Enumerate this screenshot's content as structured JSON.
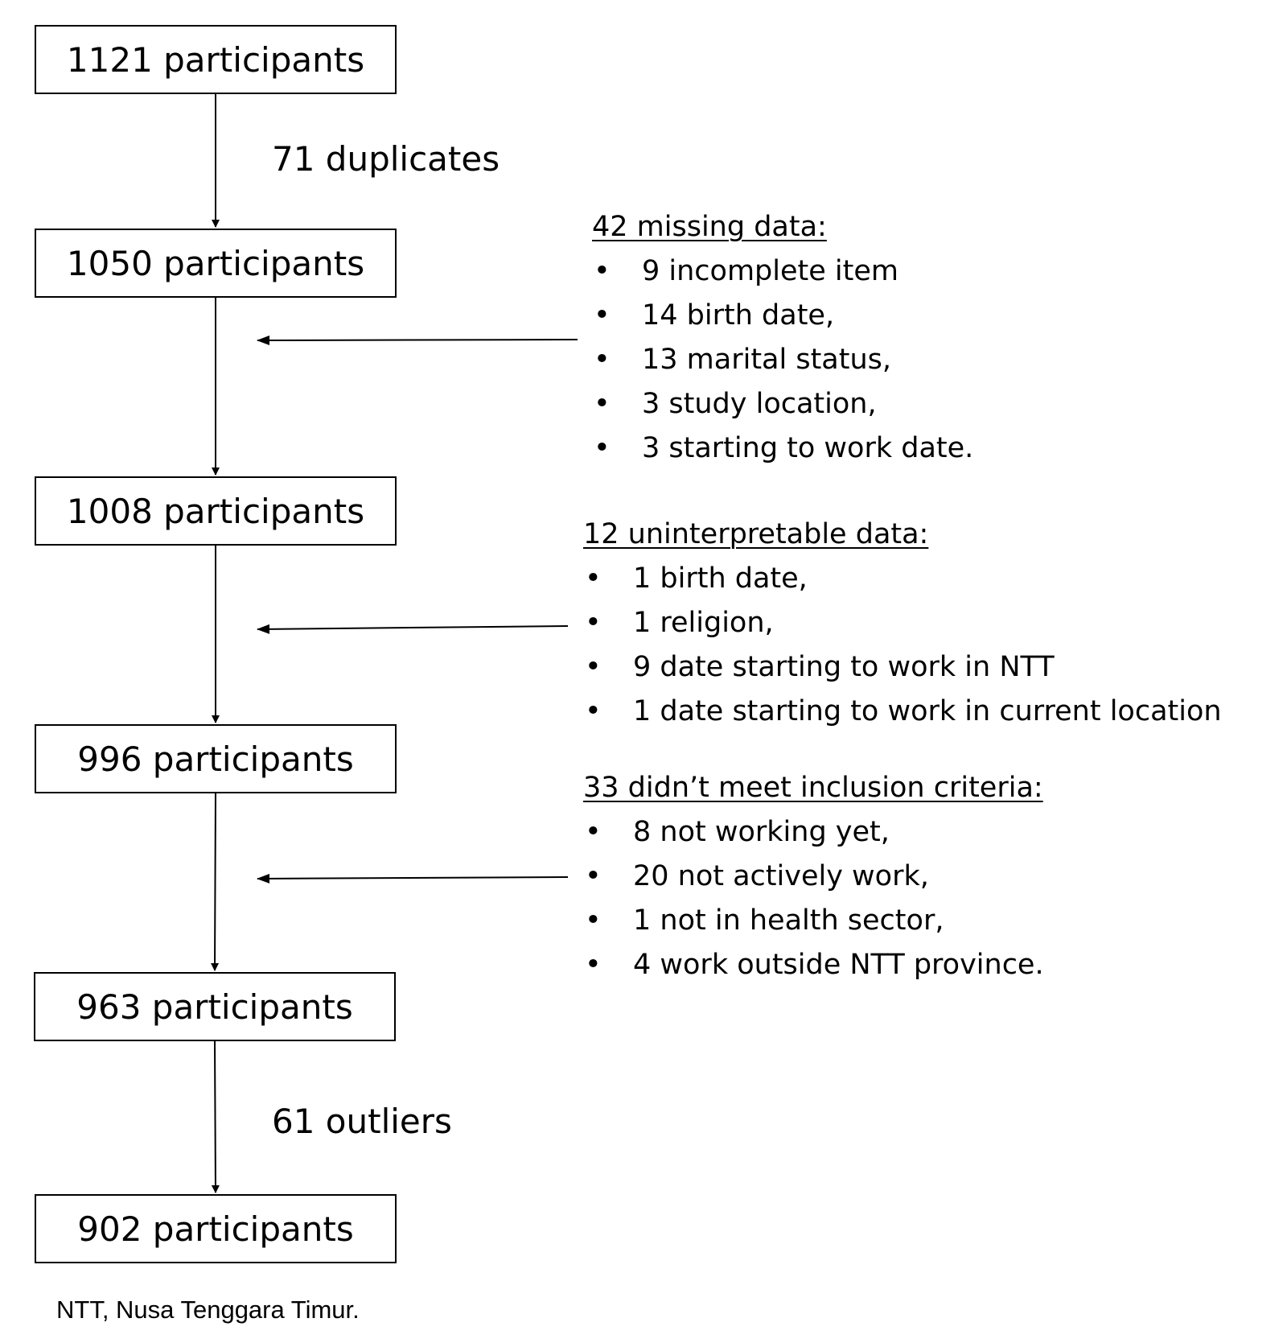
{
  "boxes": [
    {
      "text": "1121 participants"
    },
    {
      "text": "1050 participants"
    },
    {
      "text": "1008 participants"
    },
    {
      "text": "996 participants"
    },
    {
      "text": "963 participants"
    },
    {
      "text": "902 participants"
    }
  ],
  "step_labels": {
    "duplicates": "71 duplicates",
    "outliers": "61 outliers"
  },
  "exclusions": [
    {
      "title": "42 missing data:",
      "items": [
        "9 incomplete item",
        "14 birth date,",
        "13 marital status,",
        "3 study location,",
        "3 starting to work date."
      ]
    },
    {
      "title": "12 uninterpretable data:",
      "items": [
        "1 birth date,",
        "1 religion,",
        "9 date starting to work in NTT",
        "1 date starting to work in current location"
      ]
    },
    {
      "title": "33 didn’t meet inclusion criteria:",
      "items": [
        "8 not working yet,",
        "20 not actively work,",
        "1 not in health sector,",
        "4 work outside NTT province."
      ]
    }
  ],
  "bullet_symbol": "•",
  "footnote": "NTT, Nusa Tenggara Timur."
}
